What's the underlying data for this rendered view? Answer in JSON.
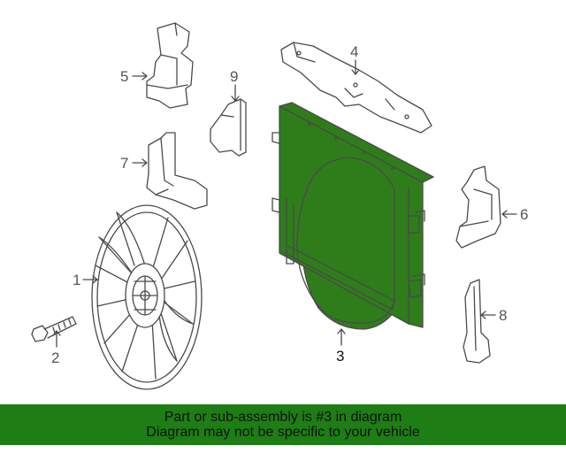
{
  "diagram": {
    "callouts": [
      {
        "id": "1",
        "label": "1"
      },
      {
        "id": "2",
        "label": "2"
      },
      {
        "id": "3",
        "label": "3"
      },
      {
        "id": "4",
        "label": "4"
      },
      {
        "id": "5",
        "label": "5"
      },
      {
        "id": "6",
        "label": "6"
      },
      {
        "id": "7",
        "label": "7"
      },
      {
        "id": "8",
        "label": "8"
      },
      {
        "id": "9",
        "label": "9"
      }
    ],
    "highlighted_part": "3",
    "highlight_color": "#2e7d1a",
    "line_color": "#4a4a4a"
  },
  "banner": {
    "line1": "Part or sub-assembly is #3 in diagram",
    "line2": "Diagram may not be specific to your vehicle",
    "background": "#1e7d14"
  }
}
